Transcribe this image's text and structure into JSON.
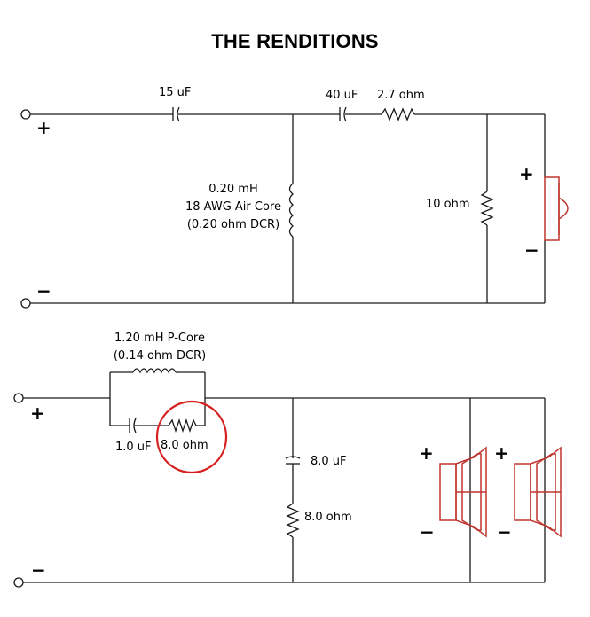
{
  "title": "THE RENDITIONS",
  "upper": {
    "cap_series": "15 uF",
    "cap_mid": "40 uF",
    "res_series": "2.7 ohm",
    "inductor_line1": "0.20 mH",
    "inductor_line2": "18 AWG Air Core",
    "inductor_line3": "(0.20 ohm DCR)",
    "res_shunt": "10 ohm",
    "input_plus": "+",
    "input_minus": "−",
    "speaker_plus": "+",
    "speaker_minus": "−"
  },
  "lower": {
    "inductor_line1": "1.20 mH P-Core",
    "inductor_line2": "(0.14 ohm DCR)",
    "cap_parallel": "1.0 uF",
    "res_parallel": "8.0 ohm",
    "cap_shunt": "8.0 uF",
    "res_shunt": "8.0 ohm",
    "input_plus": "+",
    "input_minus": "−",
    "speaker1_plus": "+",
    "speaker1_minus": "−",
    "speaker2_plus": "+",
    "speaker2_minus": "−"
  },
  "colors": {
    "wire": "#1a1a1a",
    "speaker": "#c0352f",
    "highlight_circle": "#d62020"
  }
}
